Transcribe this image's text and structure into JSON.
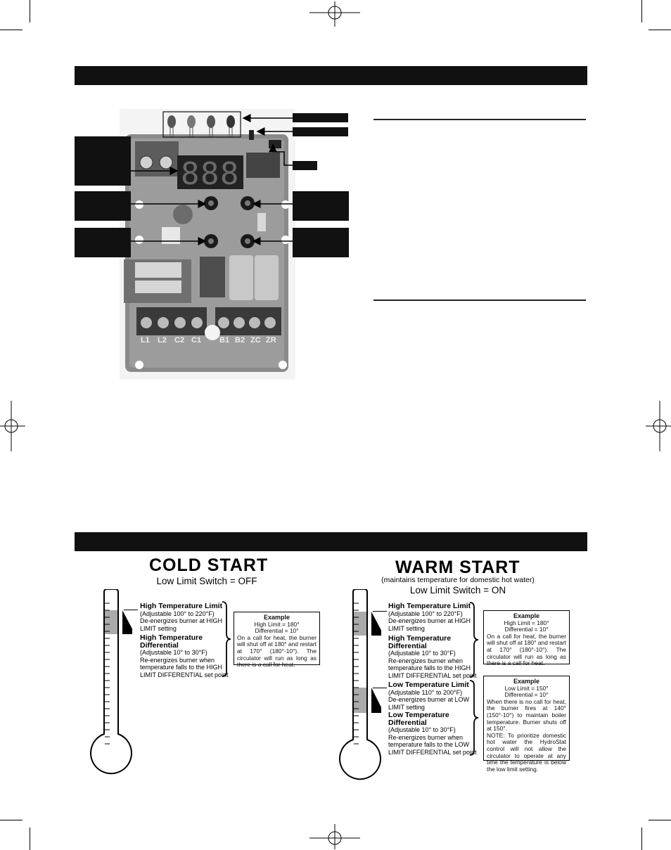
{
  "board": {
    "display_digits": [
      "8",
      "8",
      "8"
    ],
    "terminals": [
      "L1",
      "L2",
      "C2",
      "C1",
      "B1",
      "B2",
      "ZC",
      "ZR"
    ]
  },
  "cold_start": {
    "title": "COLD START",
    "subtitle": "Low Limit Switch = OFF",
    "high_limit": {
      "title": "High Temperature Limit",
      "line1": "(Adjustable 100° to 220°F)",
      "line2": "De-energizes burner at HIGH",
      "line3": "LIMIT setting"
    },
    "high_diff": {
      "title1": "High Temperature",
      "title2": "Differential",
      "line1": "(Adjustable 10° to 30°F)",
      "line2": "Re-energizes burner when",
      "line3": "temperature falls to the HIGH",
      "line4": "LIMIT DIFFERENTIAL set point"
    },
    "example": {
      "heading": "Example",
      "l1": "High Limit = 180°",
      "l2": "Differential = 10°",
      "body": "On a call for heat, the burner will shut off at 180° and restart at 170° (180°-10°). The circulator will run as long as there is a call for heat."
    }
  },
  "warm_start": {
    "title": "WARM START",
    "subtitle1": "(maintains temperature for domestic hot water)",
    "subtitle2": "Low Limit Switch = ON",
    "high_limit": {
      "title": "High Temperature Limit",
      "line1": "(Adjustable 100° to 220°F)",
      "line2": "De-energizes burner at HIGH",
      "line3": "LIMIT setting"
    },
    "high_diff": {
      "title1": "High Temperature",
      "title2": "Differential",
      "line1": "(Adjustable 10° to 30°F)",
      "line2": "Re-energizes burner when",
      "line3": "temperature falls to the HIGH",
      "line4": "LIMIT DIFFERENTIAL set point"
    },
    "low_limit": {
      "title": "Low Temperature Limit",
      "line1": "(Adjustable 110° to 200°F)",
      "line2": "De-energizes burner at LOW",
      "line3": "LIMIT setting"
    },
    "low_diff": {
      "title1": "Low Temperature",
      "title2": "Differential",
      "line1": "(Adjustable 10° to 30°F)",
      "line2": "Re-energizes burner when",
      "line3": "temperature falls to the LOW",
      "line4": "LIMIT DIFFERENTIAL set point"
    },
    "example_high": {
      "heading": "Example",
      "l1": "High Limit = 180°",
      "l2": "Differential = 10°",
      "body": "On a call for heat, the burner will shut off at 180° and restart at 170° (180°-10°). The circulator will run as long as there is a call for heat."
    },
    "example_low": {
      "heading": "Example",
      "l1": "Low Limit = 150°",
      "l2": "Differential = 10°",
      "body1": "When there is no call for heat, the burner fires at 140° (150°-10°) to maintain boiler temperature. Burner shuts off at 150°.",
      "body2": "NOTE: To prioritize domestic hot water the HydroStat control will not allow the circulator to operate at any time the temperature is below the low limit setting."
    }
  }
}
